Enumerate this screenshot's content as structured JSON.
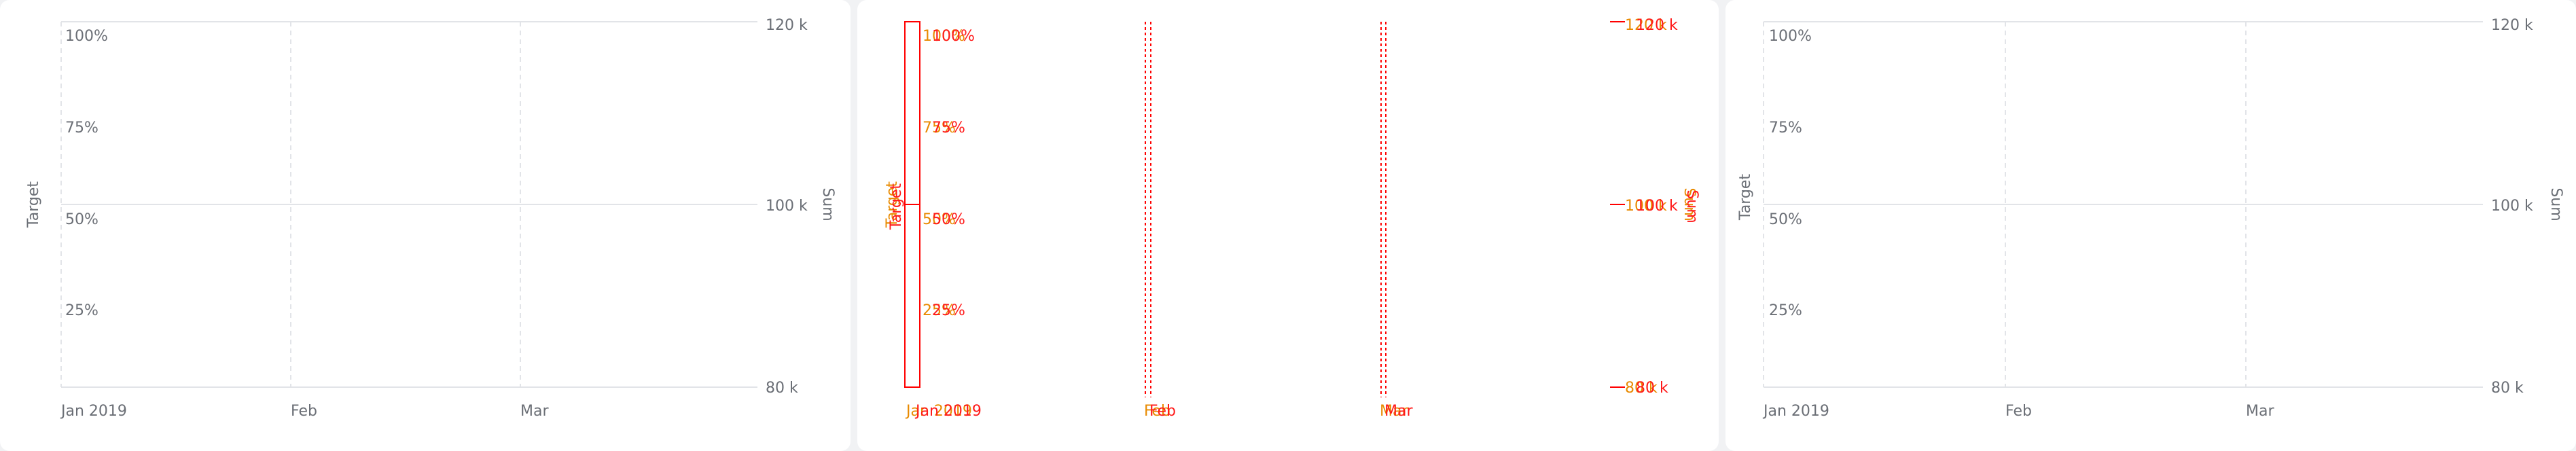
{
  "chart_data": [
    {
      "type": "line",
      "x": [
        "Jan 2019",
        "Feb",
        "Mar"
      ],
      "series": [],
      "left_axis": {
        "label": "Target",
        "ticks": [
          "100%",
          "75%",
          "50%",
          "25%"
        ]
      },
      "right_axis": {
        "label": "Sum",
        "ticks": [
          "120 k",
          "100 k",
          "80 k"
        ]
      },
      "grid": true
    },
    {
      "type": "line",
      "x": [
        "Jan 2019",
        "Feb",
        "Mar"
      ],
      "series": [],
      "left_axis": {
        "label": "Target",
        "ticks": [
          "100%",
          "75%",
          "50%",
          "25%"
        ]
      },
      "right_axis": {
        "label": "Sum",
        "ticks": [
          "120 k",
          "100 k",
          "80 k"
        ]
      },
      "grid": false,
      "debug_overlay": true
    },
    {
      "type": "line",
      "x": [
        "Jan 2019",
        "Feb",
        "Mar"
      ],
      "series": [],
      "left_axis": {
        "label": "Target",
        "ticks": [
          "100%",
          "75%",
          "50%",
          "25%"
        ]
      },
      "right_axis": {
        "label": "Sum",
        "ticks": [
          "120 k",
          "100 k",
          "80 k"
        ]
      },
      "grid": true
    }
  ]
}
